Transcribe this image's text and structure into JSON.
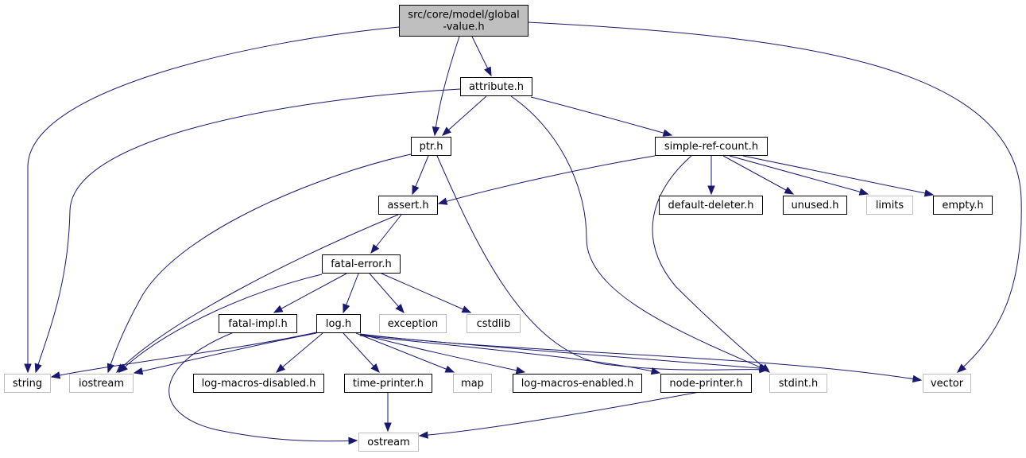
{
  "graph": {
    "title": "src/core/model/global-value.h include dependency graph",
    "root": "src/core/model/global-value.h",
    "nodes": [
      {
        "id": "root",
        "lines": [
          "src/core/model/global",
          "-value.h"
        ],
        "kind": "root"
      },
      {
        "id": "attribute",
        "lines": [
          "attribute.h"
        ],
        "kind": "file"
      },
      {
        "id": "ptr",
        "lines": [
          "ptr.h"
        ],
        "kind": "file"
      },
      {
        "id": "srch",
        "lines": [
          "simple-ref-count.h"
        ],
        "kind": "file"
      },
      {
        "id": "assert",
        "lines": [
          "assert.h"
        ],
        "kind": "file"
      },
      {
        "id": "deleter",
        "lines": [
          "default-deleter.h"
        ],
        "kind": "file"
      },
      {
        "id": "unused",
        "lines": [
          "unused.h"
        ],
        "kind": "file"
      },
      {
        "id": "limits",
        "lines": [
          "limits"
        ],
        "kind": "external"
      },
      {
        "id": "empty",
        "lines": [
          "empty.h"
        ],
        "kind": "file"
      },
      {
        "id": "fatal",
        "lines": [
          "fatal-error.h"
        ],
        "kind": "file"
      },
      {
        "id": "fimpl",
        "lines": [
          "fatal-impl.h"
        ],
        "kind": "file"
      },
      {
        "id": "log",
        "lines": [
          "log.h"
        ],
        "kind": "file"
      },
      {
        "id": "exception",
        "lines": [
          "exception"
        ],
        "kind": "external"
      },
      {
        "id": "cstdlib",
        "lines": [
          "cstdlib"
        ],
        "kind": "external"
      },
      {
        "id": "string",
        "lines": [
          "string"
        ],
        "kind": "external"
      },
      {
        "id": "iostream",
        "lines": [
          "iostream"
        ],
        "kind": "external"
      },
      {
        "id": "lmd",
        "lines": [
          "log-macros-disabled.h"
        ],
        "kind": "file"
      },
      {
        "id": "tp",
        "lines": [
          "time-printer.h"
        ],
        "kind": "file"
      },
      {
        "id": "map",
        "lines": [
          "map"
        ],
        "kind": "external"
      },
      {
        "id": "lme",
        "lines": [
          "log-macros-enabled.h"
        ],
        "kind": "file"
      },
      {
        "id": "np",
        "lines": [
          "node-printer.h"
        ],
        "kind": "file"
      },
      {
        "id": "stdint",
        "lines": [
          "stdint.h"
        ],
        "kind": "external"
      },
      {
        "id": "vector",
        "lines": [
          "vector"
        ],
        "kind": "external"
      },
      {
        "id": "ostream",
        "lines": [
          "ostream"
        ],
        "kind": "external"
      }
    ],
    "edges": [
      {
        "from": "root",
        "to": "string"
      },
      {
        "from": "root",
        "to": "ptr"
      },
      {
        "from": "root",
        "to": "attribute"
      },
      {
        "from": "root",
        "to": "vector"
      },
      {
        "from": "attribute",
        "to": "string"
      },
      {
        "from": "attribute",
        "to": "ptr"
      },
      {
        "from": "attribute",
        "to": "srch"
      },
      {
        "from": "attribute",
        "to": "stdint"
      },
      {
        "from": "ptr",
        "to": "iostream"
      },
      {
        "from": "ptr",
        "to": "assert"
      },
      {
        "from": "ptr",
        "to": "stdint"
      },
      {
        "from": "srch",
        "to": "assert"
      },
      {
        "from": "srch",
        "to": "stdint"
      },
      {
        "from": "srch",
        "to": "deleter"
      },
      {
        "from": "srch",
        "to": "unused"
      },
      {
        "from": "srch",
        "to": "limits"
      },
      {
        "from": "srch",
        "to": "empty"
      },
      {
        "from": "assert",
        "to": "iostream"
      },
      {
        "from": "assert",
        "to": "fatal"
      },
      {
        "from": "fatal",
        "to": "iostream"
      },
      {
        "from": "fatal",
        "to": "fimpl"
      },
      {
        "from": "fatal",
        "to": "log"
      },
      {
        "from": "fatal",
        "to": "exception"
      },
      {
        "from": "fatal",
        "to": "cstdlib"
      },
      {
        "from": "fimpl",
        "to": "ostream"
      },
      {
        "from": "log",
        "to": "string"
      },
      {
        "from": "log",
        "to": "iostream"
      },
      {
        "from": "log",
        "to": "lmd"
      },
      {
        "from": "log",
        "to": "tp"
      },
      {
        "from": "log",
        "to": "map"
      },
      {
        "from": "log",
        "to": "lme"
      },
      {
        "from": "log",
        "to": "np"
      },
      {
        "from": "log",
        "to": "stdint"
      },
      {
        "from": "log",
        "to": "vector"
      },
      {
        "from": "tp",
        "to": "ostream"
      },
      {
        "from": "np",
        "to": "ostream"
      }
    ]
  },
  "colors": {
    "edge": "#191970",
    "root_fill": "#bfbfbf",
    "node_border": "#000000",
    "external_border": "#bfbfbf",
    "background": "#ffffff"
  }
}
